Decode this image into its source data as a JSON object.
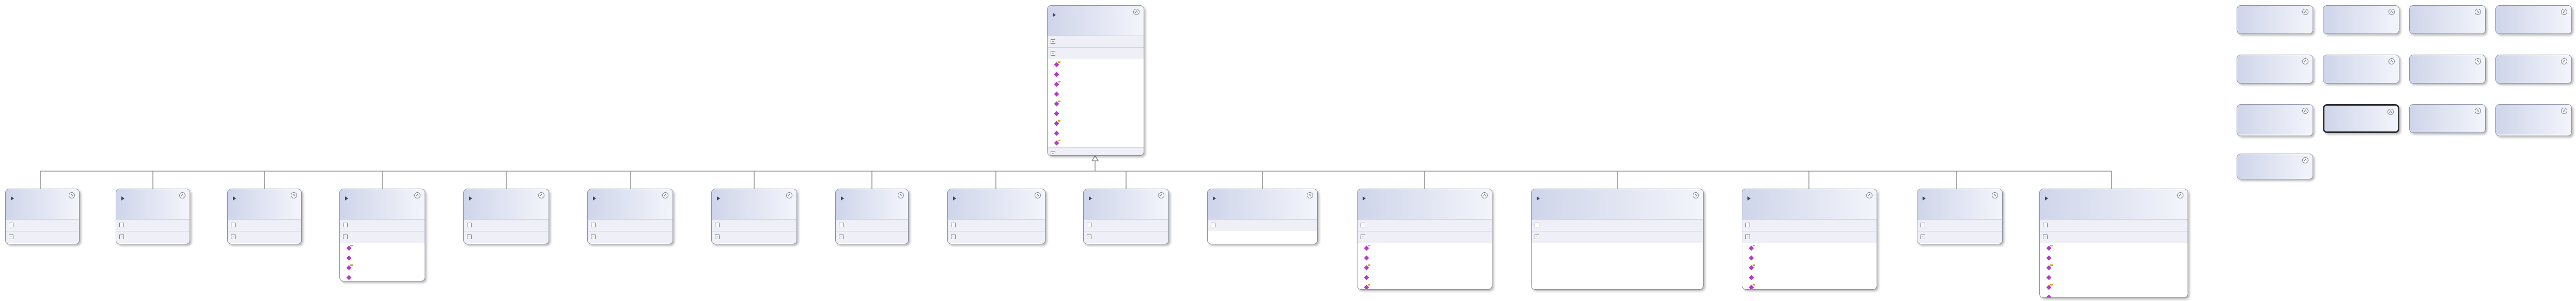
{
  "diagram": {
    "title": "",
    "types": [
      {
        "id": "root",
        "name": "",
        "kind": "",
        "base": "",
        "sections": [
          {
            "label": "",
            "members": []
          },
          {
            "label": "",
            "members": [
              "",
              "",
              "",
              "",
              "",
              "",
              "",
              "",
              ""
            ]
          },
          {
            "label": "",
            "members": []
          }
        ]
      },
      {
        "id": "c1",
        "name": "",
        "kind": "",
        "base": "",
        "sections": [
          {
            "label": "",
            "members": []
          },
          {
            "label": "",
            "members": [
              ""
            ]
          }
        ]
      },
      {
        "id": "c2",
        "name": "",
        "kind": "",
        "base": "",
        "sections": [
          {
            "label": "",
            "members": []
          },
          {
            "label": "",
            "members": [
              ""
            ]
          }
        ]
      },
      {
        "id": "c3",
        "name": "",
        "kind": "",
        "base": "",
        "sections": [
          {
            "label": "",
            "members": []
          },
          {
            "label": "",
            "members": [
              ""
            ]
          }
        ]
      },
      {
        "id": "c4",
        "name": "",
        "kind": "",
        "base": "",
        "sections": [
          {
            "label": "",
            "members": []
          },
          {
            "label": "",
            "members": [
              "",
              "",
              "",
              "",
              ""
            ]
          }
        ]
      },
      {
        "id": "c5",
        "name": "",
        "kind": "",
        "base": "",
        "sections": [
          {
            "label": "",
            "members": []
          },
          {
            "label": "",
            "members": [
              ""
            ]
          }
        ]
      },
      {
        "id": "c6",
        "name": "",
        "kind": "",
        "base": "",
        "sections": [
          {
            "label": "",
            "members": []
          },
          {
            "label": "",
            "members": [
              ""
            ]
          }
        ]
      },
      {
        "id": "c7",
        "name": "",
        "kind": "",
        "base": "",
        "sections": [
          {
            "label": "",
            "members": []
          },
          {
            "label": "",
            "members": [
              ""
            ]
          }
        ]
      },
      {
        "id": "c8",
        "name": "",
        "kind": "",
        "base": "",
        "sections": [
          {
            "label": "",
            "members": []
          },
          {
            "label": "",
            "members": [
              ""
            ]
          }
        ]
      },
      {
        "id": "c9",
        "name": "",
        "kind": "",
        "base": "",
        "sections": [
          {
            "label": "",
            "members": []
          },
          {
            "label": "",
            "members": [
              ""
            ]
          }
        ]
      },
      {
        "id": "c10",
        "name": "",
        "kind": "",
        "base": "",
        "sections": [
          {
            "label": "",
            "members": []
          },
          {
            "label": "",
            "members": [
              ""
            ]
          }
        ]
      },
      {
        "id": "c11",
        "name": "",
        "kind": "",
        "base": "",
        "sections": [
          {
            "label": "",
            "members": []
          }
        ]
      },
      {
        "id": "c12",
        "name": "",
        "kind": "",
        "base": "",
        "sections": [
          {
            "label": "",
            "members": []
          },
          {
            "label": "",
            "members": [
              "",
              "",
              "",
              "",
              "",
              ""
            ]
          }
        ]
      },
      {
        "id": "c13",
        "name": "",
        "kind": "",
        "base": "",
        "sections": [
          {
            "label": "",
            "members": []
          },
          {
            "label": "",
            "members": []
          }
        ]
      },
      {
        "id": "c14",
        "name": "",
        "kind": "",
        "base": "",
        "sections": [
          {
            "label": "",
            "members": []
          },
          {
            "label": "",
            "members": [
              "",
              "",
              "",
              "",
              "",
              ""
            ]
          }
        ]
      },
      {
        "id": "c15",
        "name": "",
        "kind": "",
        "base": "",
        "sections": [
          {
            "label": "",
            "members": []
          },
          {
            "label": "",
            "members": [
              ""
            ]
          }
        ]
      },
      {
        "id": "c16",
        "name": "",
        "kind": "",
        "base": "",
        "sections": [
          {
            "label": "",
            "members": []
          },
          {
            "label": "",
            "members": [
              "",
              "",
              "",
              "",
              "",
              ""
            ]
          }
        ]
      },
      {
        "id": "s1",
        "name": "",
        "kind": "",
        "base": "",
        "sections": []
      },
      {
        "id": "s2",
        "name": "",
        "kind": "",
        "base": "",
        "sections": []
      },
      {
        "id": "s3",
        "name": "",
        "kind": "",
        "base": "",
        "sections": []
      },
      {
        "id": "s4",
        "name": "",
        "kind": "",
        "base": "",
        "sections": []
      },
      {
        "id": "s5",
        "name": "",
        "kind": "",
        "base": "",
        "sections": []
      },
      {
        "id": "s6",
        "name": "",
        "kind": "",
        "base": "",
        "sections": []
      },
      {
        "id": "s7",
        "name": "",
        "kind": "",
        "base": "",
        "sections": []
      },
      {
        "id": "s8",
        "name": "",
        "kind": "",
        "base": "",
        "sections": []
      },
      {
        "id": "s9",
        "name": "",
        "kind": "",
        "base": "",
        "sections": []
      },
      {
        "id": "s10",
        "name": "",
        "kind": "",
        "base": "",
        "sections": []
      },
      {
        "id": "s11",
        "name": "",
        "kind": "",
        "base": "",
        "sections": []
      },
      {
        "id": "s12",
        "name": "",
        "kind": "",
        "base": "",
        "sections": []
      },
      {
        "id": "s13",
        "name": "",
        "kind": "",
        "base": "",
        "sections": []
      }
    ]
  },
  "colors": {
    "header_gradient_start": "#cfd5ea",
    "header_gradient_end": "#f3f5fb",
    "border": "#8a8fa3",
    "connector": "#8d8d8d",
    "member_icon": "#b43bc7",
    "selected_border": "#2d2d2d"
  }
}
